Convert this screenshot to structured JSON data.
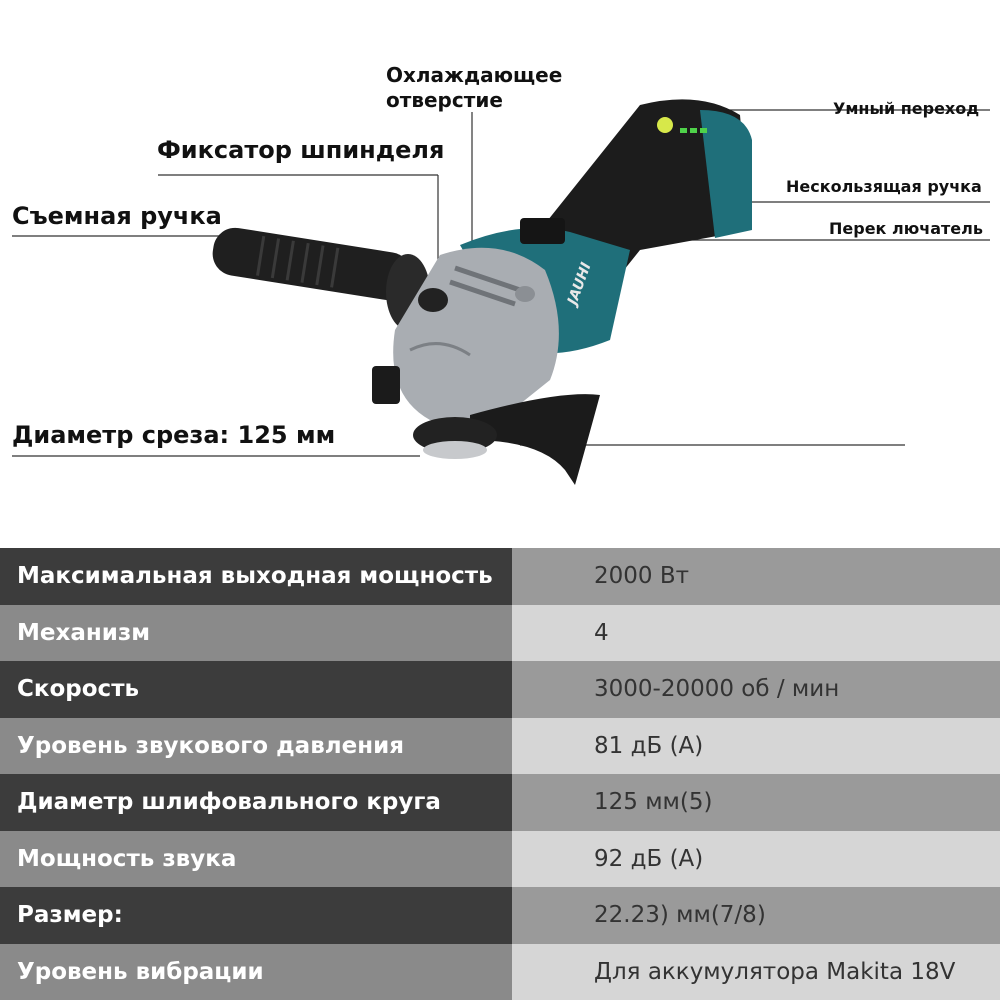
{
  "callouts": {
    "cooling_vent": "Охлаждающее отверстие",
    "spindle_lock": "Фиксатор шпинделя",
    "removable_handle": "Съемная ручка",
    "cut_diameter": "Диаметр среза: 125 мм",
    "smart_switch": "Умный переход",
    "non_slip_handle": "Нескользящая ручка",
    "switch": "Перек лючатель"
  },
  "product": {
    "brand_text": "JAUHI",
    "body_color": "#1f6f7a",
    "grip_color": "#1c1c1c",
    "head_color": "#a9adb2"
  },
  "specs": [
    {
      "label": "Максимальная выходная мощность",
      "value": "2000 Вт"
    },
    {
      "label": "Механизм",
      "value": "4"
    },
    {
      "label": "Скорость",
      "value": "3000-20000 об / мин"
    },
    {
      "label": "Уровень звукового давления",
      "value": "81 дБ (A)"
    },
    {
      "label": "Диаметр шлифовального круга",
      "value": "125 мм(5)"
    },
    {
      "label": "Мощность звука",
      "value": "92 дБ (A)"
    },
    {
      "label": "Размер:",
      "value": "22.23) мм(7/8)"
    },
    {
      "label": "Уровень вибрации",
      "value": "Для аккумулятора Makita 18V"
    }
  ]
}
